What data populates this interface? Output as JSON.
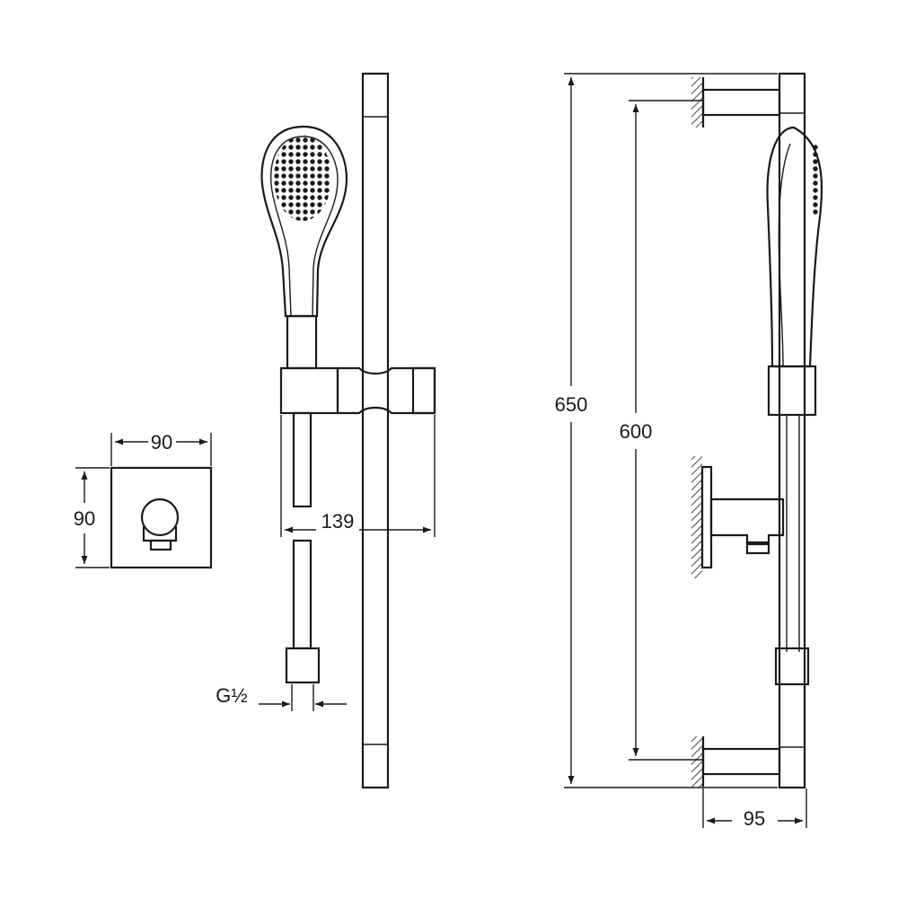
{
  "dimensions": {
    "wall_plate_width": "90",
    "wall_plate_height": "90",
    "slider_projection": "139",
    "inlet_thread": "G½",
    "overall_height": "650",
    "bracket_spacing": "600",
    "wall_projection": "95"
  }
}
